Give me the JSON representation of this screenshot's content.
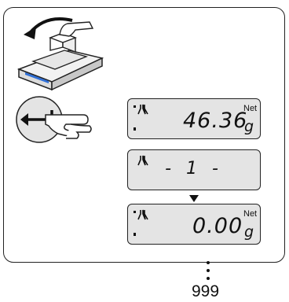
{
  "screens": [
    {
      "value": "46.36",
      "unit": "g",
      "tag": "Net"
    },
    {
      "sequence": "- 1 -"
    },
    {
      "value": "0.00",
      "unit": "g",
      "tag": "Net"
    }
  ],
  "repeat_count": "999",
  "colors": {
    "display_bg": "#e4e4e4",
    "balance_indicator": "#2f6fd6",
    "frame": "#222222"
  },
  "icons": [
    "remove-load-arrow-icon",
    "balance-with-box-icon",
    "enter-key-icon",
    "finger-press-icon",
    "flask-icon",
    "arrow-down-icon"
  ]
}
